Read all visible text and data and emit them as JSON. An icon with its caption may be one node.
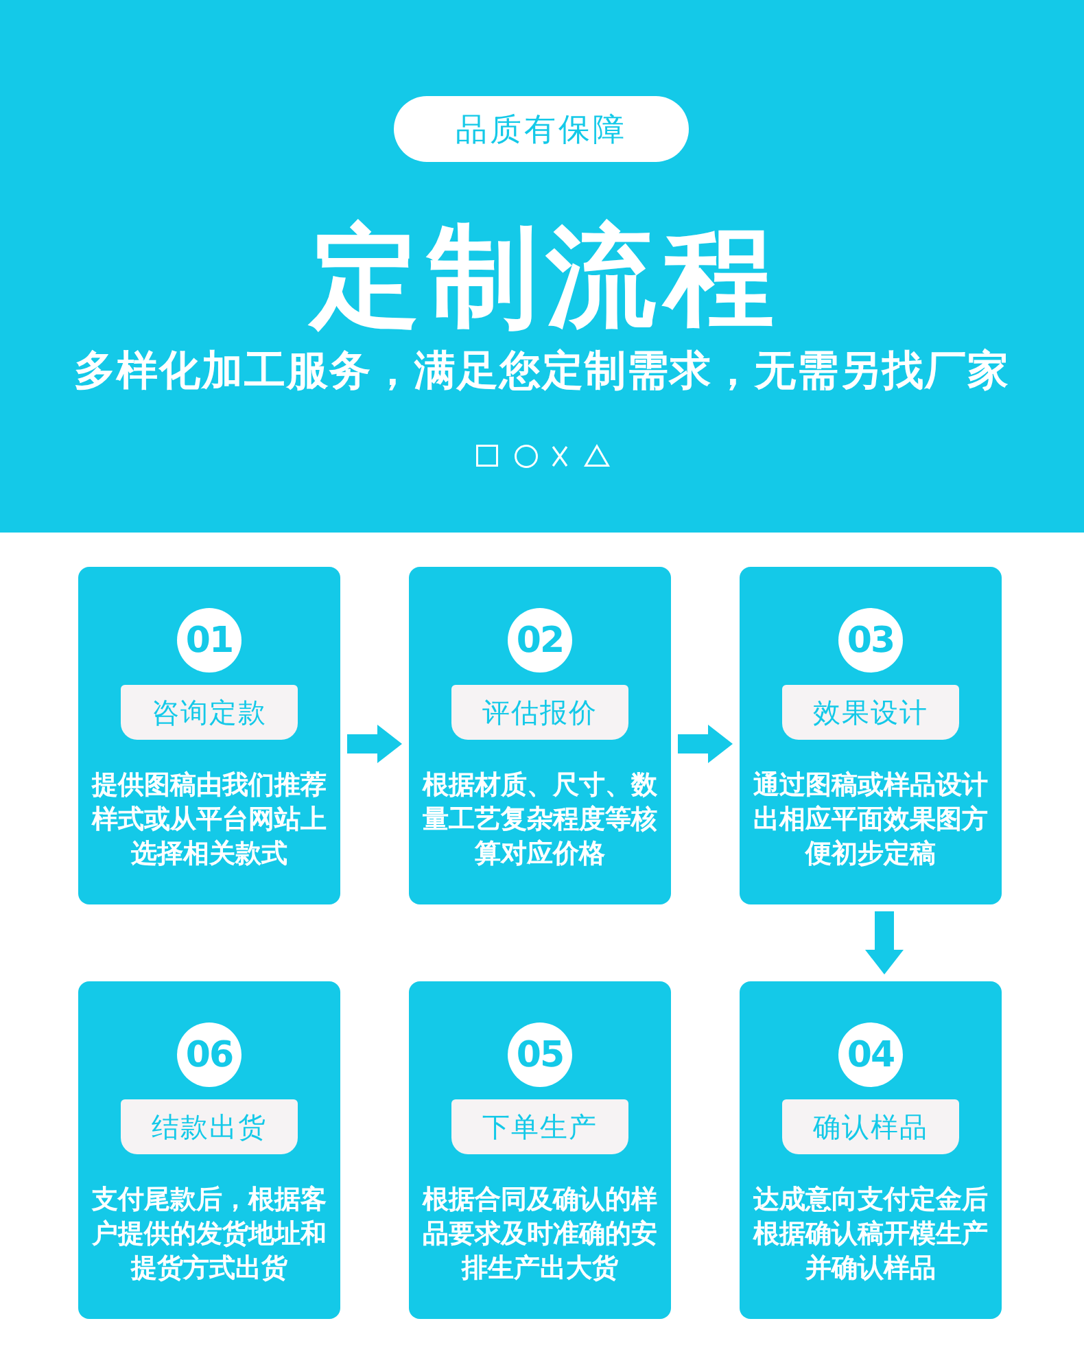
{
  "diagram": {
    "title": "定制流程",
    "nodes": [
      {
        "text": [
          "品质有保障"
        ]
      },
      {
        "text": [
          "提供图稿由我们推荐样式或从平台网站上选择相关款式"
        ]
      },
      {
        "text": [
          "01"
        ],
        "in": 1
      },
      {
        "text": [
          "咨询定款"
        ],
        "in": 1
      },
      {
        "text": [
          "根据材质、尺寸、数量工艺复杂程度等核算对应价格"
        ]
      },
      {
        "text": [
          "02"
        ],
        "in": 4
      },
      {
        "text": [
          "评估报价"
        ],
        "in": 4
      },
      {
        "text": [
          "通过图稿或样品设计出相应平面效果图方便初步定稿"
        ]
      },
      {
        "text": [
          "03"
        ],
        "in": 7
      },
      {
        "text": [
          "效果设计"
        ],
        "in": 7
      },
      {
        "text": [
          "达成意向支付定金后根据确认稿开模生产并确认样品"
        ]
      },
      {
        "text": [
          "04"
        ],
        "in": 10
      },
      {
        "text": [
          "确认样品"
        ],
        "in": 10
      },
      {
        "text": [
          "根据合同及确认的样品要求及时准确的安排生产出大货"
        ]
      },
      {
        "text": [
          "05"
        ],
        "in": 13
      },
      {
        "text": [
          "下单生产"
        ],
        "in": 13
      },
      {
        "text": [
          "支付尾款后，根据客户提供的发货地址和提货方式出货"
        ]
      },
      {
        "text": [
          "06"
        ],
        "in": 16
      },
      {
        "text": [
          "结款出货"
        ],
        "in": 16
      }
    ],
    "edges": [
      {
        "from": 1,
        "to": 4,
        "arrow": "to"
      },
      {
        "from": 4,
        "to": 7,
        "arrow": "to"
      },
      {
        "from": 7,
        "to": 10,
        "arrow": "to"
      }
    ],
    "labels": [
      "多样化加工服务，满足您定制需求，无需另找厂家"
    ]
  }
}
